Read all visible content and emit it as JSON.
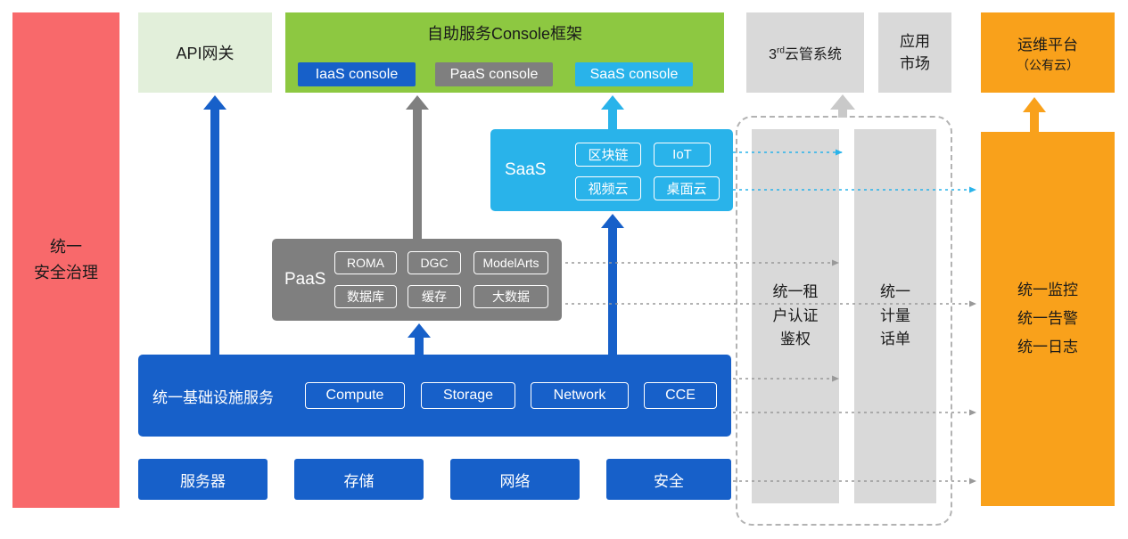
{
  "colors": {
    "security_red": "#F8696B",
    "api_light_green": "#E2EFDA",
    "console_green": "#8DC841",
    "primary_blue": "#1760C9",
    "paas_gray": "#7F7F7F",
    "panel_light_gray": "#D9D9D9",
    "saas_cyan": "#29B3EA",
    "om_orange": "#F9A11B",
    "dashed_line_gray": "#999999",
    "dashed_line_cyan": "#29B3EA"
  },
  "security_bar": {
    "label": "统一\n安全治理"
  },
  "api_gateway": {
    "label": "API网关"
  },
  "console_frame": {
    "title": "自助服务Console框架",
    "consoles": [
      {
        "label": "IaaS console"
      },
      {
        "label": "PaaS console"
      },
      {
        "label": "SaaS console"
      }
    ]
  },
  "third_party_cloud": {
    "prefix": "3",
    "sup": "rd",
    "suffix": "云管系统"
  },
  "app_market": {
    "label": "应用\n市场"
  },
  "om_platform": {
    "line1": "运维平台",
    "line2": "（公有云）"
  },
  "saas": {
    "label": "SaaS",
    "items": [
      "区块链",
      "IoT",
      "视频云",
      "桌面云"
    ]
  },
  "paas": {
    "label": "PaaS",
    "items": [
      "ROMA",
      "DGC",
      "ModelArts",
      "数据库",
      "缓存",
      "大数据"
    ]
  },
  "infra": {
    "label": "统一基础设施服务",
    "items": [
      "Compute",
      "Storage",
      "Network",
      "CCE"
    ]
  },
  "hardware": {
    "items": [
      "服务器",
      "存储",
      "网络",
      "安全"
    ]
  },
  "auth_bar": {
    "label": "统一租\n户认证\n鉴权"
  },
  "metering_bar": {
    "label": "统一\n计量\n话单"
  },
  "monitor_bar": {
    "label": "统一监控\n统一告警\n统一日志"
  }
}
